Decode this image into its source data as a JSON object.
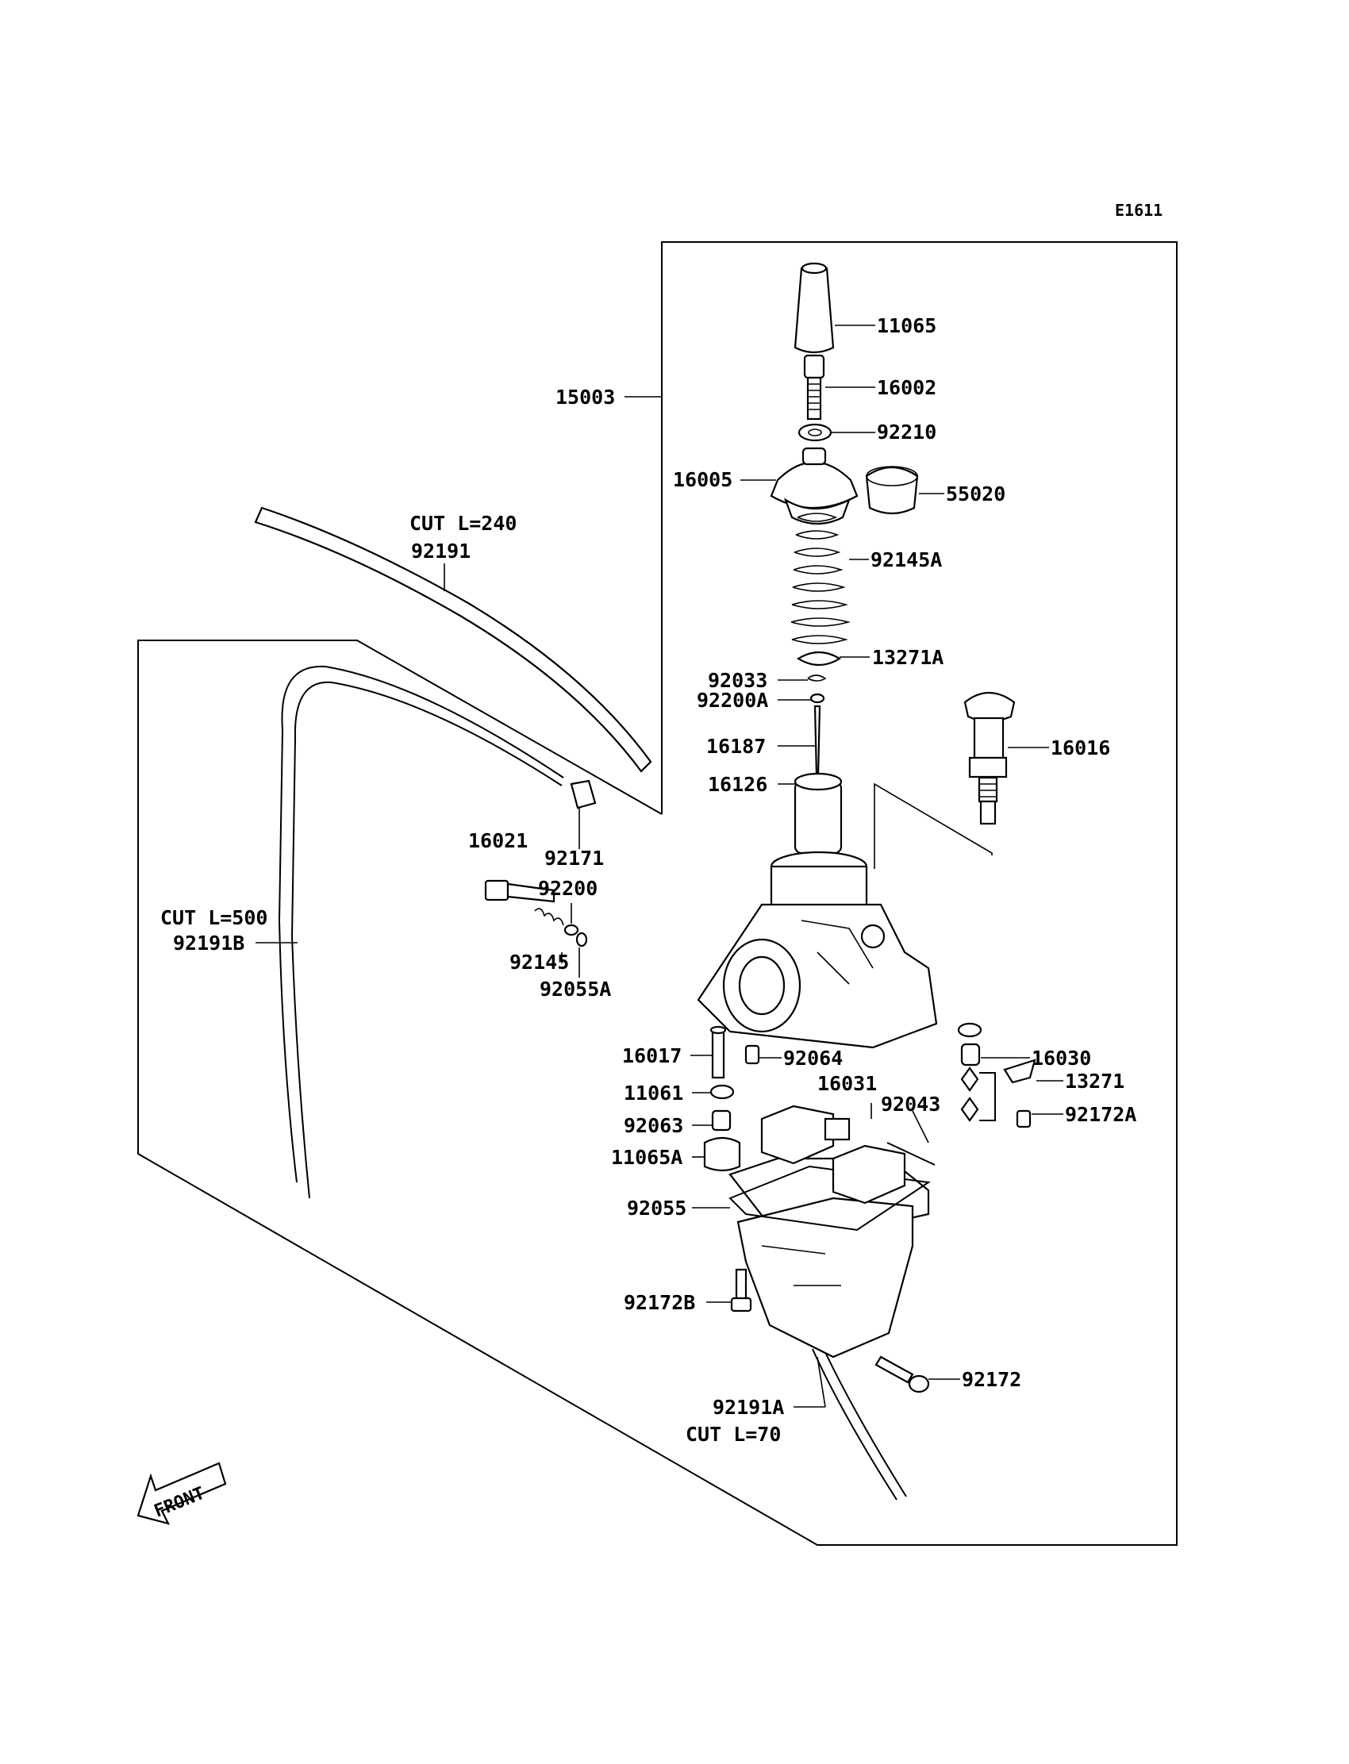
{
  "diagram_code": "E1611",
  "front_label": "FRONT",
  "labels": {
    "p11065": "11065",
    "p16002": "16002",
    "p92210": "92210",
    "p15003": "15003",
    "p16005": "16005",
    "p55020": "55020",
    "p92145A": "92145A",
    "p13271A": "13271A",
    "p92033": "92033",
    "p92200A": "92200A",
    "p16187": "16187",
    "p16016": "16016",
    "p16126": "16126",
    "cut240": "CUT L=240",
    "p92191": "92191",
    "p16021": "16021",
    "p92171": "92171",
    "p92200": "92200",
    "p92145": "92145",
    "p92055A": "92055A",
    "cut500": "CUT L=500",
    "p92191B": "92191B",
    "p16017": "16017",
    "p92064": "92064",
    "p16030": "16030",
    "p13271": "13271",
    "p11061": "11061",
    "p16031": "16031",
    "p92043": "92043",
    "p92172A": "92172A",
    "p92063": "92063",
    "p11065A": "11065A",
    "p92055": "92055",
    "p92172B": "92172B",
    "p92172": "92172",
    "p92191A": "92191A",
    "cut70": "CUT L=70"
  }
}
